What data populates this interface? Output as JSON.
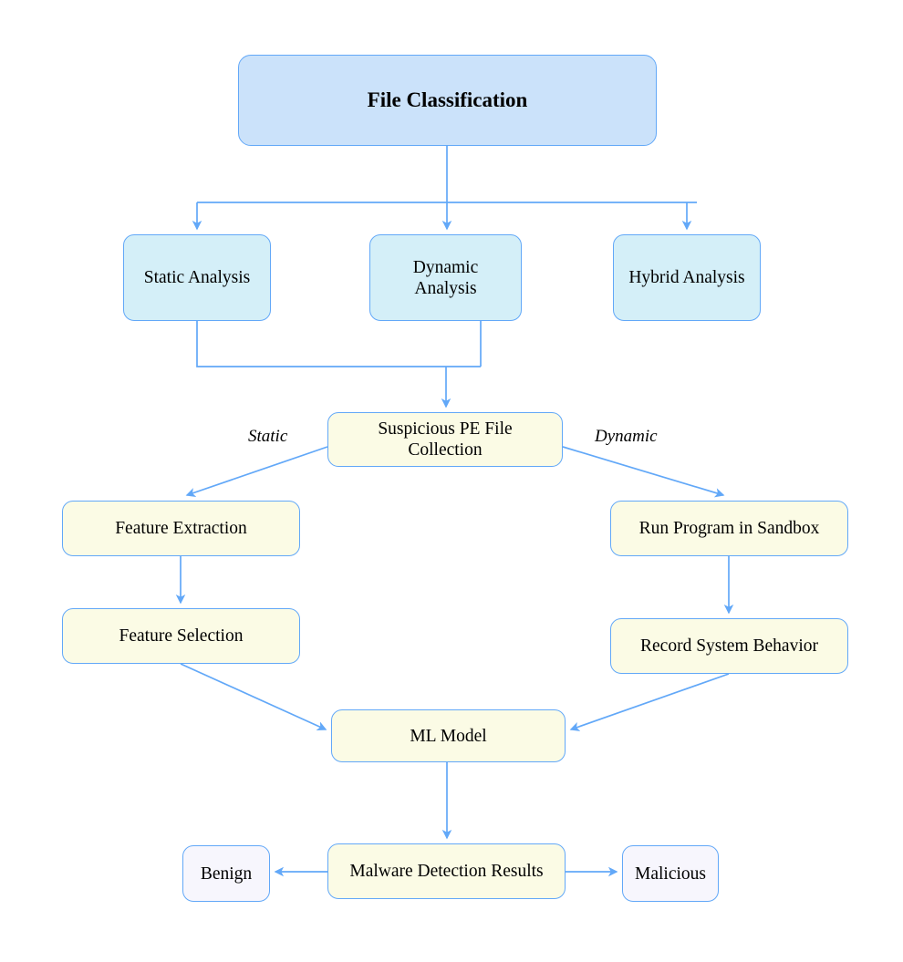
{
  "diagram": {
    "title": "File Classification",
    "type": "flowchart",
    "colors": {
      "edge": "#62a8f8",
      "node_border": "#62a8f8",
      "fill_root": "#cbe2fa",
      "fill_analysis": "#d4eff8",
      "fill_process": "#fbfbe5",
      "fill_outcome": "#f7f6fd",
      "text": "#000000",
      "background": "#ffffff"
    },
    "nodes": {
      "file_classification": "File Classification",
      "static_analysis": "Static Analysis",
      "dynamic_analysis": "Dynamic\nAnalysis",
      "hybrid_analysis": "Hybrid Analysis",
      "suspicious_pe": "Suspicious PE File\nCollection",
      "feature_extraction": "Feature Extraction",
      "feature_selection": "Feature Selection",
      "run_sandbox": "Run Program in Sandbox",
      "record_behavior": "Record System Behavior",
      "ml_model": "ML Model",
      "detection_results": "Malware Detection Results",
      "benign": "Benign",
      "malicious": "Malicious"
    },
    "edge_labels": {
      "static": "Static",
      "dynamic": "Dynamic"
    },
    "edges": [
      {
        "from": "file_classification",
        "to": "static_analysis",
        "label": ""
      },
      {
        "from": "file_classification",
        "to": "dynamic_analysis",
        "label": ""
      },
      {
        "from": "file_classification",
        "to": "hybrid_analysis",
        "label": ""
      },
      {
        "from": "static_analysis",
        "to": "suspicious_pe",
        "label": ""
      },
      {
        "from": "dynamic_analysis",
        "to": "suspicious_pe",
        "label": ""
      },
      {
        "from": "suspicious_pe",
        "to": "feature_extraction",
        "label": "Static"
      },
      {
        "from": "suspicious_pe",
        "to": "run_sandbox",
        "label": "Dynamic"
      },
      {
        "from": "feature_extraction",
        "to": "feature_selection",
        "label": ""
      },
      {
        "from": "run_sandbox",
        "to": "record_behavior",
        "label": ""
      },
      {
        "from": "feature_selection",
        "to": "ml_model",
        "label": ""
      },
      {
        "from": "record_behavior",
        "to": "ml_model",
        "label": ""
      },
      {
        "from": "ml_model",
        "to": "detection_results",
        "label": ""
      },
      {
        "from": "detection_results",
        "to": "benign",
        "label": ""
      },
      {
        "from": "detection_results",
        "to": "malicious",
        "label": ""
      }
    ]
  }
}
